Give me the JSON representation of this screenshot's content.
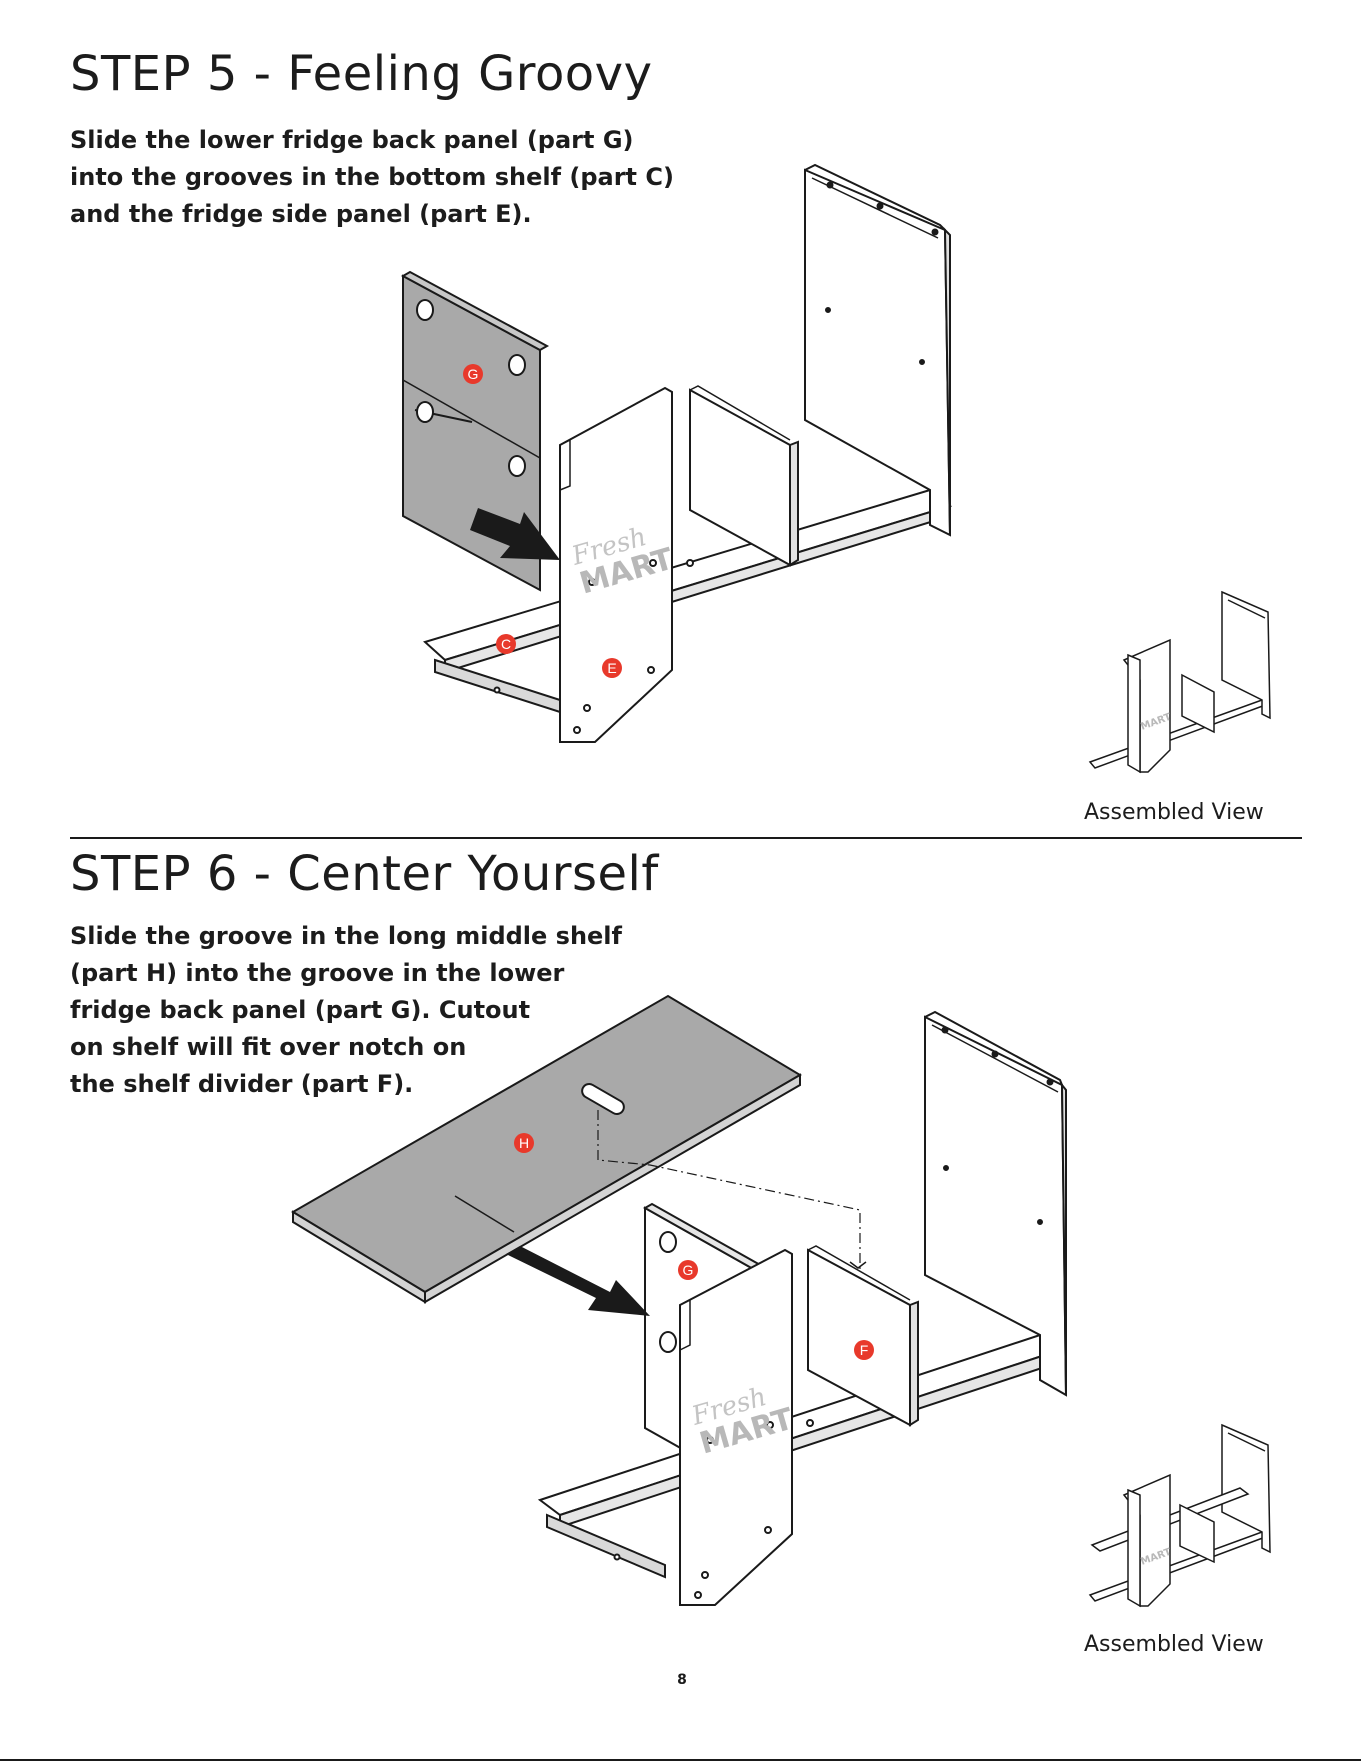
{
  "page_number": "8",
  "step5": {
    "title": "STEP 5 - Feeling Groovy",
    "instruction_lines": [
      "Slide the lower fridge back panel (part G)",
      "into the grooves in the bottom shelf (part C)",
      "and the fridge side panel (part E)."
    ],
    "caption": "Assembled View",
    "part_labels": {
      "g": "G",
      "c": "C",
      "e": "E"
    },
    "logo": {
      "line1": "Fresh",
      "line2": "MART"
    }
  },
  "step6": {
    "title": "STEP 6 - Center Yourself",
    "instruction_lines": [
      "Slide the groove in the long middle shelf",
      "(part H) into the groove in the lower",
      "fridge back panel (part G). Cutout",
      "on shelf will fit over notch on",
      "the shelf divider (part F)."
    ],
    "caption": "Assembled View",
    "part_labels": {
      "h": "H",
      "g": "G",
      "f": "F"
    },
    "logo": {
      "line1": "Fresh",
      "line2": "MART"
    }
  },
  "colors": {
    "label_red": "#e8392b",
    "panel_gray": "#a9a9a9",
    "line": "#1a1a1a"
  }
}
